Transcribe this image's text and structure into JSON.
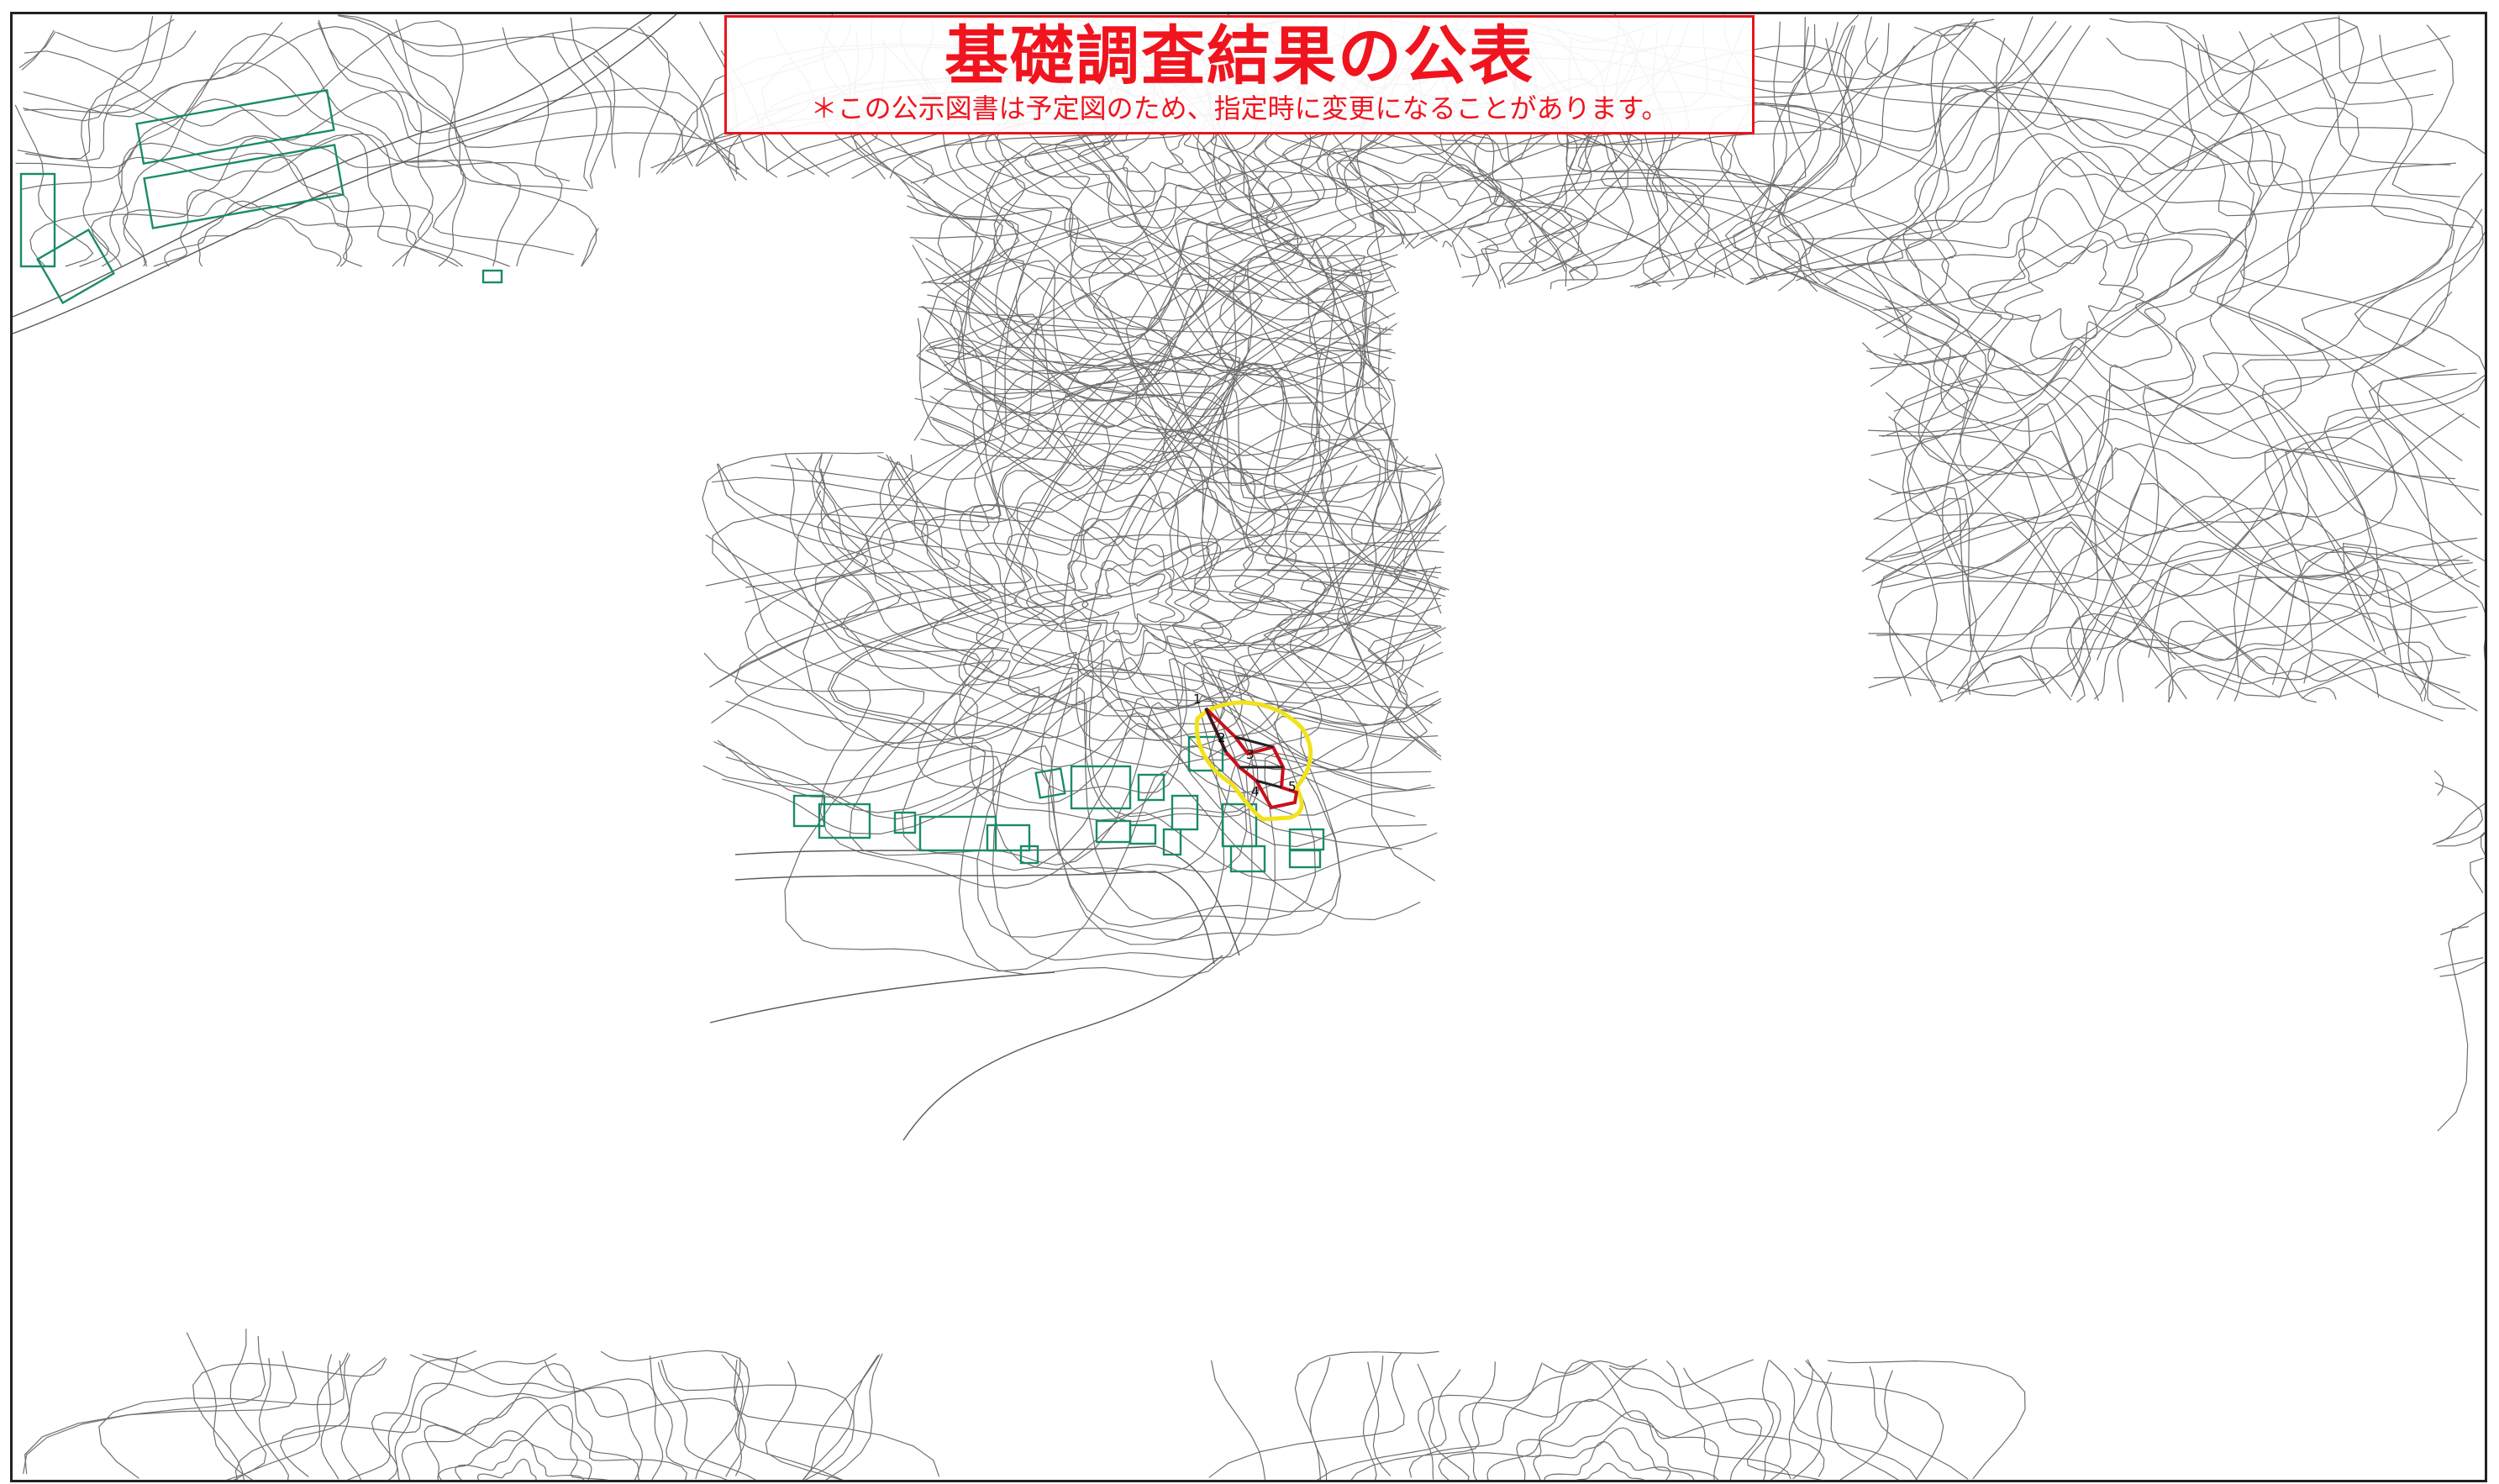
{
  "header": {
    "title": "基礎調査結果の公表",
    "note": "＊この公示図書は予定図のため、指定時に変更になることがあります。"
  },
  "map": {
    "labels": {
      "point_1": "1",
      "point_2": "2",
      "point_3": "3",
      "point_4": "4",
      "point_5": "5"
    },
    "colors": {
      "contour": "#6f6f6f",
      "building": "#1a8a6a",
      "boundary": "#d01018",
      "zone": "#f0e21a",
      "title": "#f0141e"
    }
  }
}
